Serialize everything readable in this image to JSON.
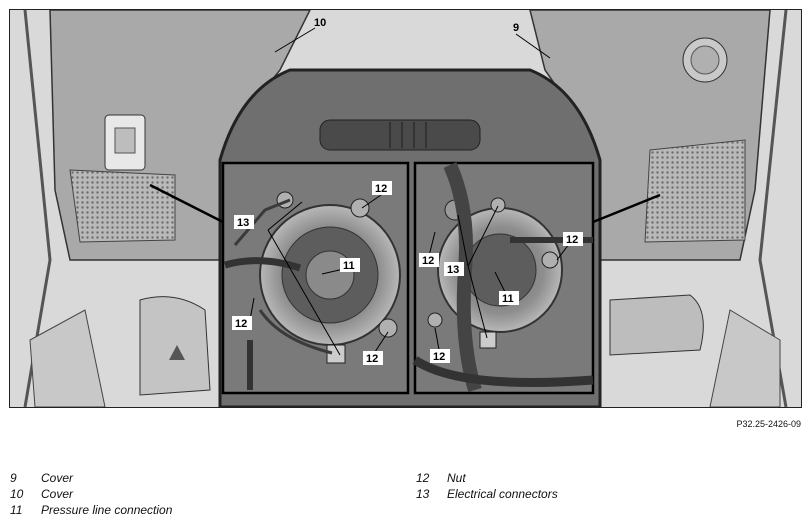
{
  "figure": {
    "reference_code": "P32.25-2426-09",
    "callouts": {
      "c9": "9",
      "c10": "10",
      "c11a": "11",
      "c11b": "11",
      "c12a": "12",
      "c12b": "12",
      "c12c": "12",
      "c12d": "12",
      "c12e": "12",
      "c12f": "12",
      "c13a": "13",
      "c13b": "13"
    }
  },
  "legend": {
    "left": [
      {
        "num": "9",
        "label": "Cover"
      },
      {
        "num": "10",
        "label": "Cover"
      },
      {
        "num": "11",
        "label": "Pressure line connection"
      }
    ],
    "right": [
      {
        "num": "12",
        "label": "Nut"
      },
      {
        "num": "13",
        "label": "Electrical connectors"
      }
    ]
  }
}
